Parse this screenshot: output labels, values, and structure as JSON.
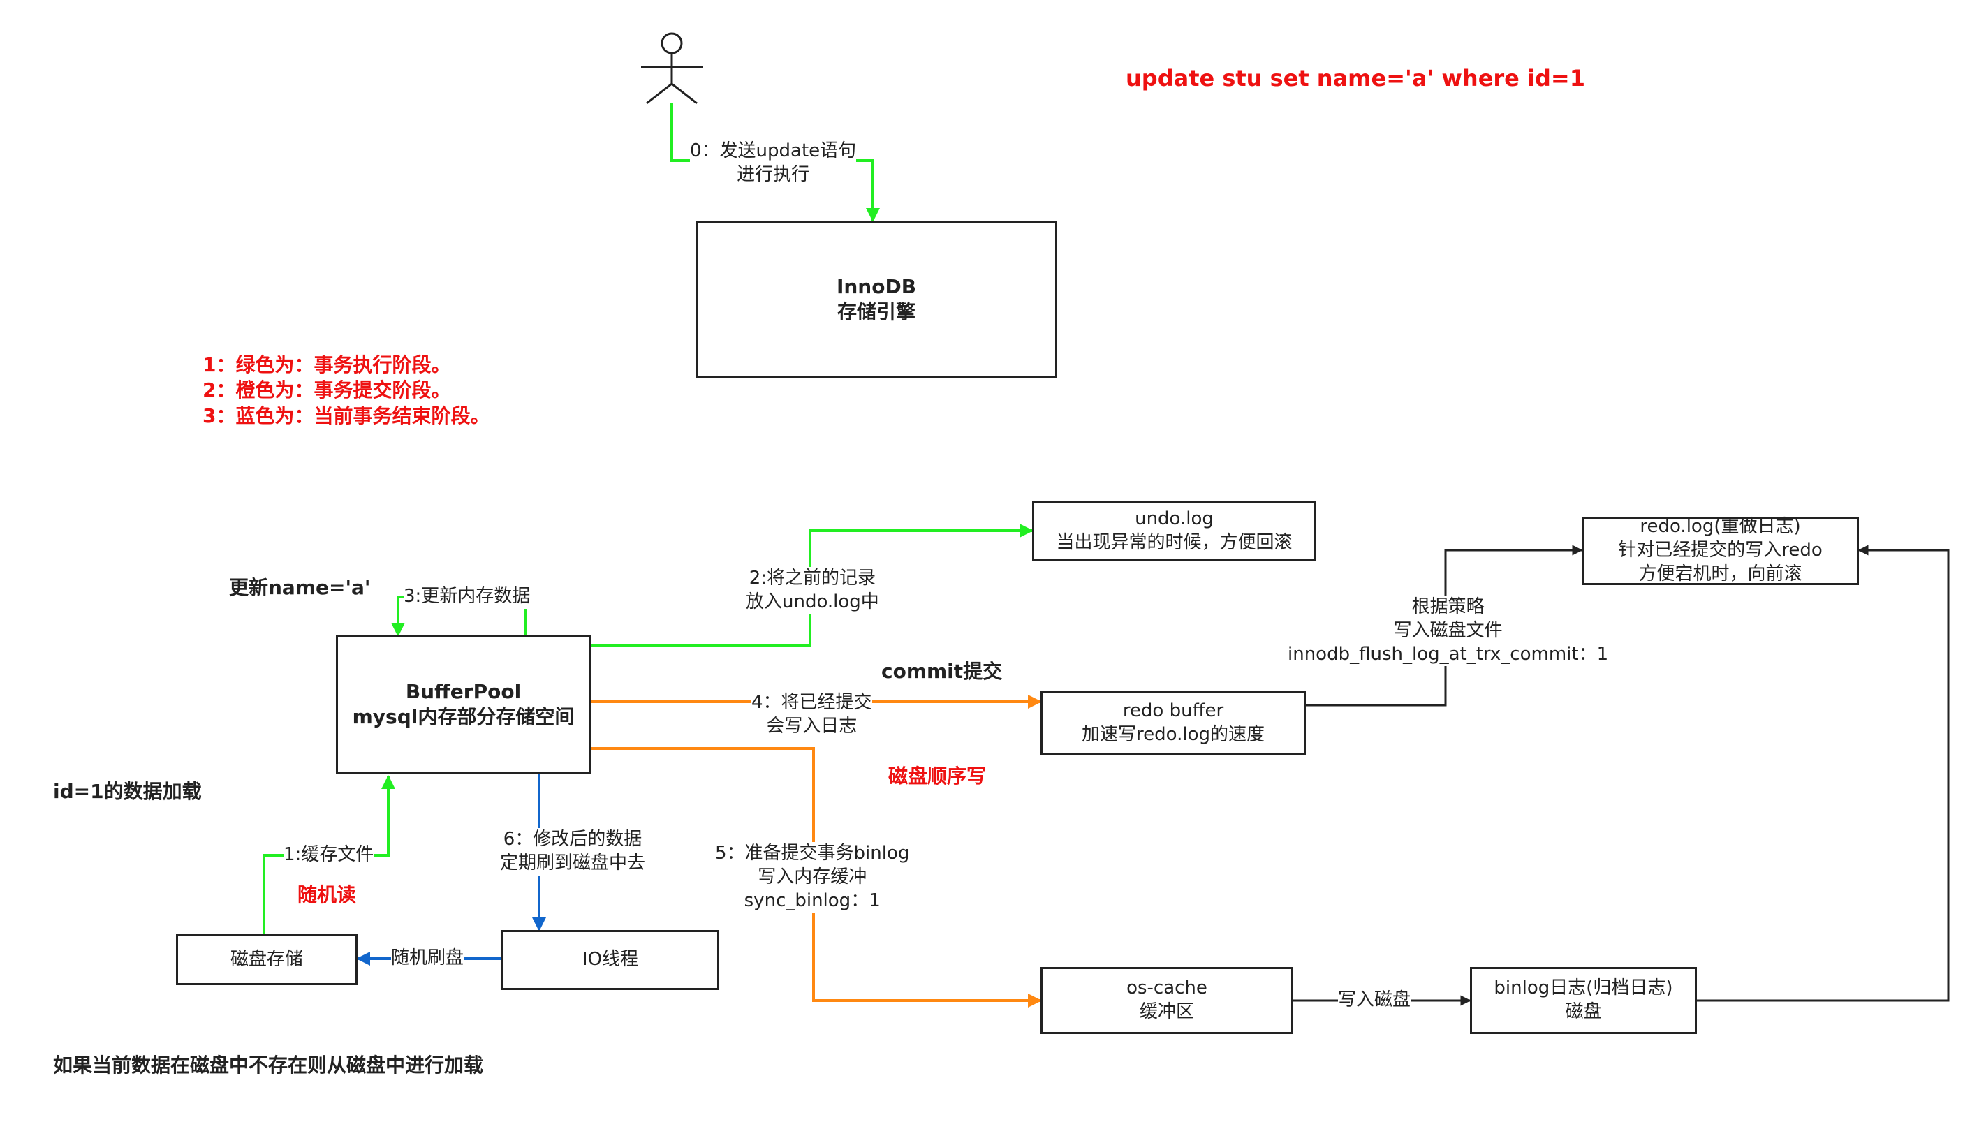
{
  "sql": "update stu set name='a' where id=1",
  "legend": [
    "1：绿色为：事务执行阶段。",
    "2：橙色为：事务提交阶段。",
    "3：蓝色为：当前事务结束阶段。"
  ],
  "boxes": {
    "innodb": {
      "line1": "InnoDB",
      "line2": "存储引擎"
    },
    "bufferpool": {
      "line1": "BufferPool",
      "line2": "mysql内存部分存储空间"
    },
    "undolog": {
      "line1": "undo.log",
      "line2": "当出现异常的时候，方便回滚"
    },
    "redolog": {
      "line1": "redo.log(重做日志)",
      "line2": "针对已经提交的写入redo",
      "line3": "方便宕机时，向前滚"
    },
    "redobuffer": {
      "line1": "redo buffer",
      "line2": "加速写redo.log的速度"
    },
    "disk": {
      "line1": "磁盘存储"
    },
    "io": {
      "line1": "IO线程"
    },
    "oscache": {
      "line1": "os-cache",
      "line2": "缓冲区"
    },
    "binlog": {
      "line1": "binlog日志(归档日志)",
      "line2": "磁盘"
    }
  },
  "labels": {
    "step0_l1": "0：发送update语句",
    "step0_l2": "进行执行",
    "step1": "1:缓存文件",
    "step2_l1": "2:将之前的记录",
    "step2_l2": "放入undo.log中",
    "step3": "3:更新内存数据",
    "step4_l1": "4：将已经提交",
    "step4_l2": "会写入日志",
    "step5_l1": "5：准备提交事务binlog",
    "step5_l2": "写入内存缓冲",
    "step5_l3": "sync_binlog：1",
    "step6_l1": "6：修改后的数据",
    "step6_l2": "定期刷到磁盘中去",
    "strategy_l1": "根据策略",
    "strategy_l2": "写入磁盘文件",
    "strategy_l3": "innodb_flush_log_at_trx_commit：1",
    "random_flush": "随机刷盘",
    "write_disk": "写入磁盘"
  },
  "notes": {
    "update_name": "更新name='a'",
    "commit": "commit提交",
    "seq_write": "磁盘顺序写",
    "random_read": "随机读",
    "id_load": "id=1的数据加载",
    "load_if_absent": "如果当前数据在磁盘中不存在则从磁盘中进行加载"
  },
  "colors": {
    "green": "#22ee22",
    "orange": "#ff8811",
    "blue": "#1166cc",
    "black": "#222222",
    "red": "#ee1111"
  }
}
